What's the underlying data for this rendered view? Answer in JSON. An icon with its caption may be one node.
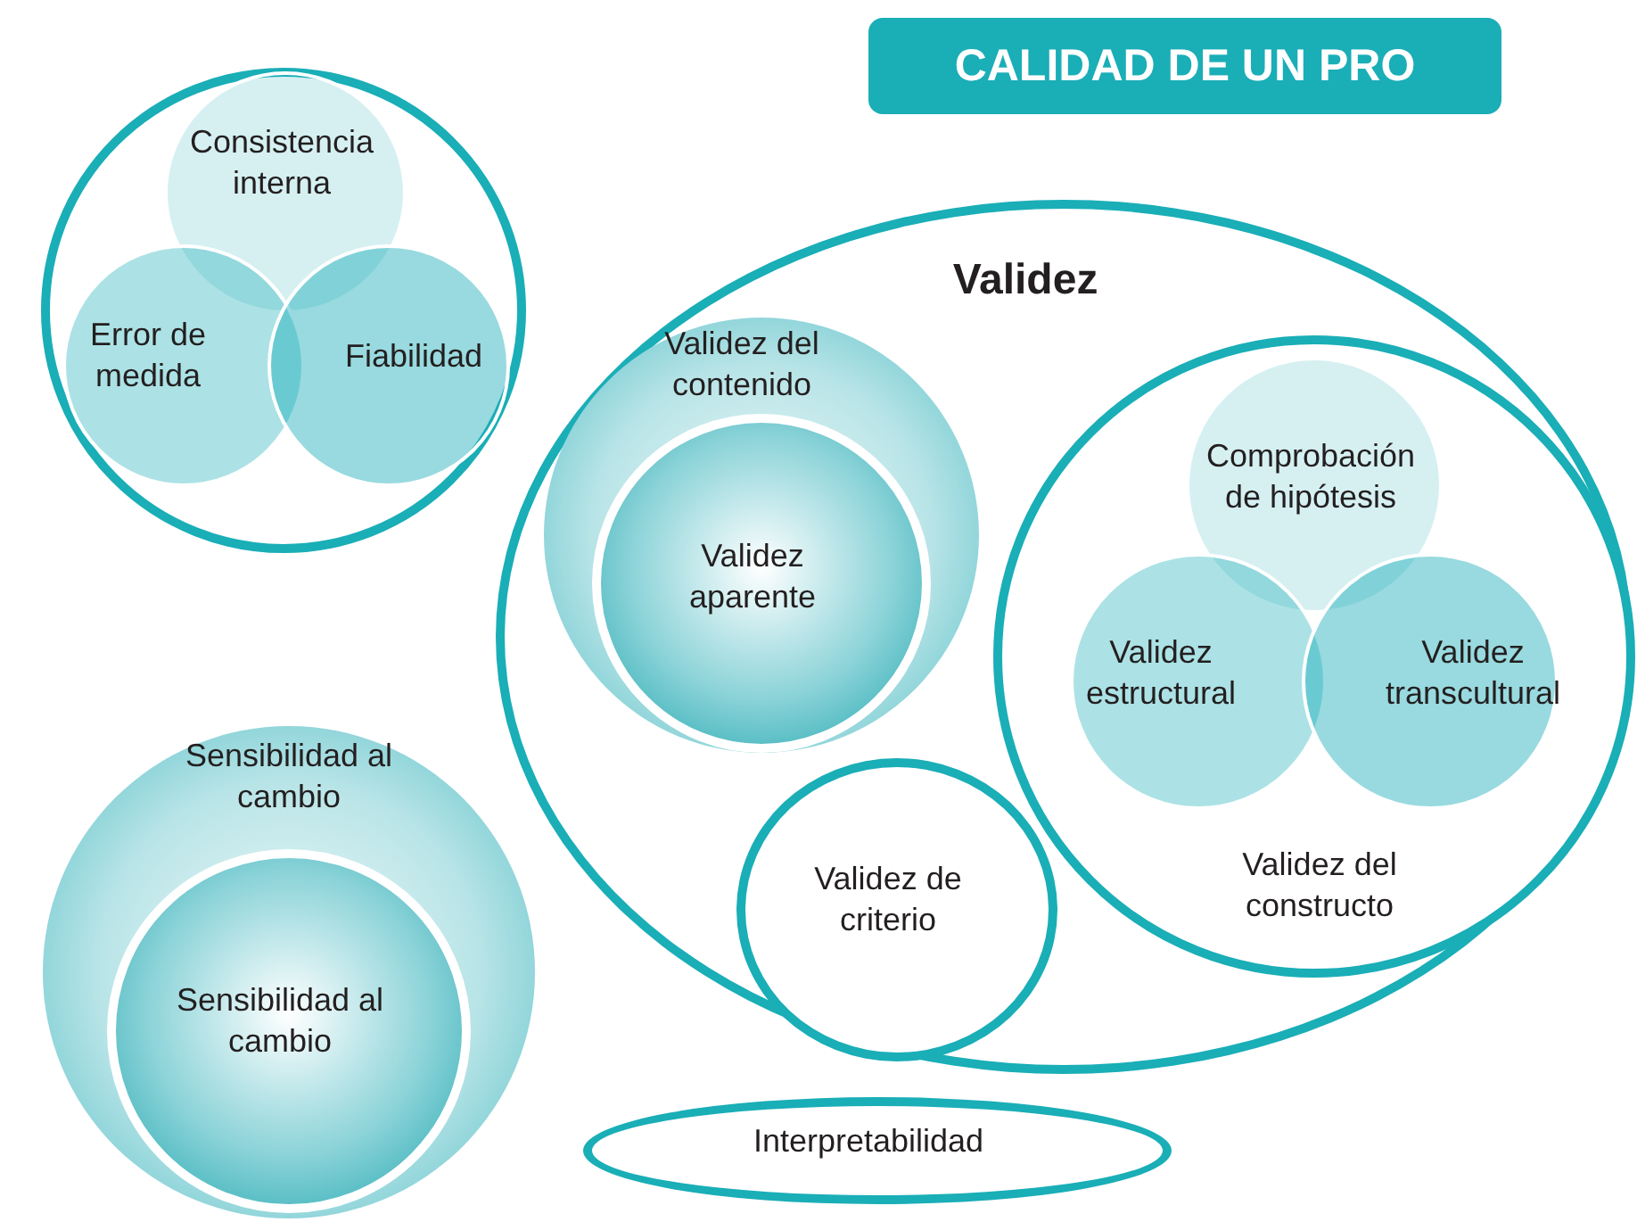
{
  "diagram": {
    "title": "CALIDAD DE UN PRO",
    "nodes": [
      {
        "text": [],
        "shape": "circle"
      },
      {
        "text": [
          "Consistencia interna"
        ],
        "in": 0
      },
      {
        "text": [
          "Error de medida"
        ],
        "in": 0
      },
      {
        "text": [
          "Fiabilidad"
        ],
        "in": 0
      },
      {
        "text": [
          "Validez"
        ]
      },
      {
        "text": [
          "Validez del contenido"
        ],
        "in": 4
      },
      {
        "text": [
          "Validez aparente"
        ],
        "in": 5
      },
      {
        "text": [
          "Validez del constructo"
        ],
        "in": 4
      },
      {
        "text": [
          "Comprobación de hipótesis"
        ],
        "in": 7
      },
      {
        "text": [
          "Validez estructural"
        ],
        "in": 7
      },
      {
        "text": [
          "Validez transcultural"
        ],
        "in": 7
      },
      {
        "text": [
          "Validez de criterio"
        ],
        "in": 4
      },
      {
        "text": [
          "Sensibilidad al cambio"
        ]
      },
      {
        "text": [
          "Sensibilidad al cambio"
        ],
        "in": 12
      },
      {
        "text": [
          "Interpretabilidad"
        ]
      }
    ]
  }
}
